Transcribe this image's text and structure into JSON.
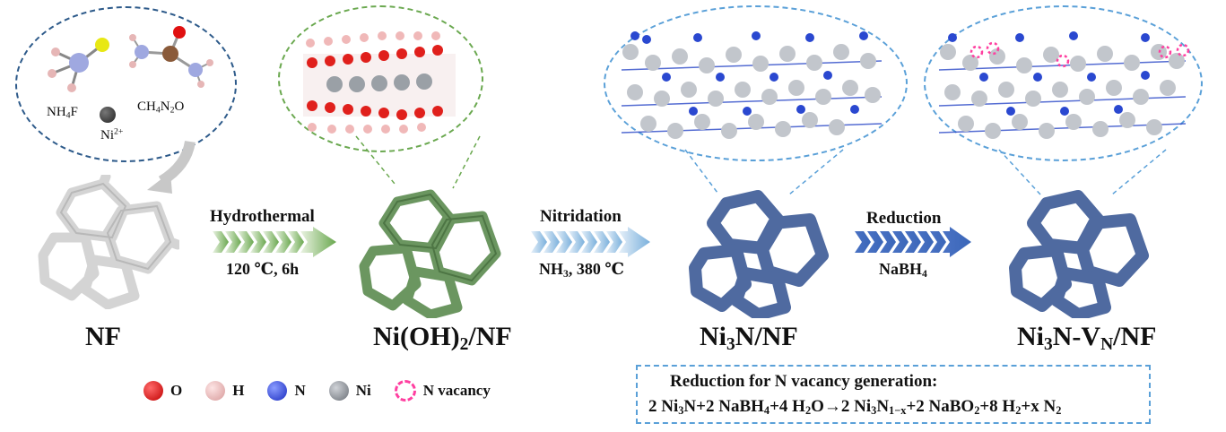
{
  "precursors": {
    "nh4f": [
      "NH",
      "4",
      "F"
    ],
    "ch4n2o": [
      "CH",
      "4",
      "N",
      "2",
      "O"
    ],
    "ni": [
      "Ni",
      "2+"
    ]
  },
  "materials": {
    "nf": "NF",
    "nioh2": [
      "Ni(OH)",
      "2",
      "/NF"
    ],
    "ni3n": [
      "Ni",
      "3",
      "N/NF"
    ],
    "ni3nvn": [
      "Ni",
      "3",
      "N-V",
      "N",
      "/NF"
    ]
  },
  "steps": {
    "step1_top": "Hydrothermal",
    "step1_bottom": "120 ℃, 6h",
    "step2_top": "Nitridation",
    "step2_bottom": [
      "NH",
      "3",
      ", 380 ℃"
    ],
    "step3_top": "Reduction",
    "step3_bottom": [
      "NaBH",
      "4"
    ]
  },
  "legend": {
    "items": [
      {
        "label": "O",
        "color": "#e01010"
      },
      {
        "label": "H",
        "color": "#f0b8b8"
      },
      {
        "label": "N",
        "color": "#2a3fd8"
      },
      {
        "label": "Ni",
        "color": "#8a8f96"
      },
      {
        "label": "N vacancy",
        "color": "#ff3fa0"
      }
    ]
  },
  "equation": {
    "title": "Reduction for N vacancy generation:",
    "parts": [
      "2 Ni",
      "3",
      "N+2 NaBH",
      "4",
      "+4 H",
      "2",
      "O→2 Ni",
      "3",
      "N",
      "1−x",
      "+2 NaBO",
      "2",
      "+8 H",
      "2",
      "+x N",
      "2"
    ]
  },
  "colors": {
    "arrow1": "#6aa84f",
    "arrow2": "#7ab0dc",
    "arrow3": "#3a66b8",
    "foam_nf": "#d4d4d4",
    "foam_ni_oh": "#6b9660",
    "foam_nitride": "#4f6aa0"
  }
}
